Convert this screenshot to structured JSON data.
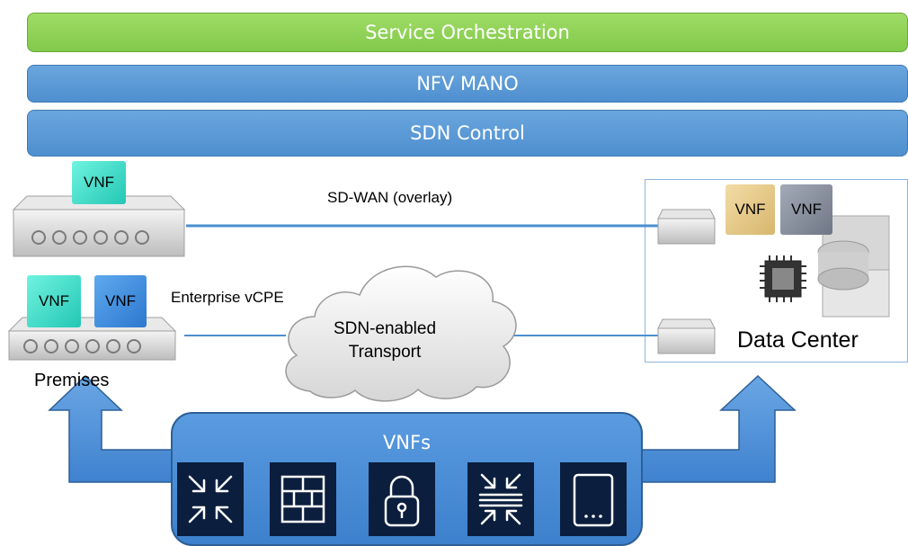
{
  "layers": {
    "service_orchestration": "Service Orchestration",
    "nfv_mano": "NFV MANO",
    "sdn_control": "SDN Control"
  },
  "links": {
    "sdwan": "SD-WAN (overlay)",
    "vcpe": "Enterprise vCPE"
  },
  "cloud": {
    "line1": "SDN-enabled",
    "line2": "Transport"
  },
  "premises": {
    "label": "Premises",
    "vnf_labels": [
      "VNF",
      "VNF",
      "VNF"
    ]
  },
  "datacenter": {
    "label": "Data Center",
    "vnf_labels": [
      "VNF",
      "VNF"
    ]
  },
  "vnfs_panel": {
    "title": "VNFs",
    "icons": [
      "compress-arrows-icon",
      "firewall-icon",
      "lock-icon",
      "wan-optimization-icon",
      "more-icon"
    ]
  },
  "colors": {
    "orchestration": "#8fd657",
    "layer_blue": "#5b9bd5",
    "vnf_teal": "#2ed1bd",
    "vnf_blue": "#3a86d8",
    "vnf_tan": "#e3c485",
    "vnf_gray": "#858c99",
    "tile_bg": "#0b1e3d"
  }
}
